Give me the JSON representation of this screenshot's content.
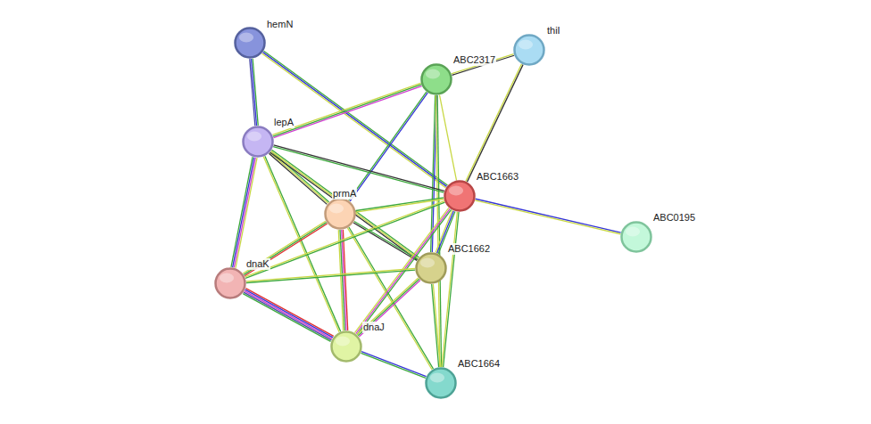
{
  "diagram": {
    "nodes": [
      {
        "text": [
          "hemN"
        ]
      },
      {
        "text": [
          "thiI"
        ]
      },
      {
        "text": [
          "ABC2317"
        ]
      },
      {
        "text": [
          "lepA"
        ]
      },
      {
        "text": [
          "ABC1663"
        ]
      },
      {
        "text": [
          "prmA"
        ]
      },
      {
        "text": [
          "ABC0195"
        ]
      },
      {
        "text": [
          "ABC1662"
        ]
      },
      {
        "text": [
          "dnaK"
        ]
      },
      {
        "text": [
          "dnaJ"
        ]
      },
      {
        "text": [
          "ABC1664"
        ]
      }
    ],
    "edges": [
      {
        "from": 0,
        "to": 3,
        "arrow": "none"
      },
      {
        "from": 0,
        "to": 4,
        "arrow": "none"
      },
      {
        "from": 1,
        "to": 2,
        "arrow": "none"
      },
      {
        "from": 1,
        "to": 4,
        "arrow": "none"
      },
      {
        "from": 2,
        "to": 3,
        "arrow": "none"
      },
      {
        "from": 2,
        "to": 5,
        "arrow": "none"
      },
      {
        "from": 2,
        "to": 4,
        "arrow": "none"
      },
      {
        "from": 2,
        "to": 7,
        "arrow": "none"
      },
      {
        "from": 2,
        "to": 10,
        "arrow": "none"
      },
      {
        "from": 3,
        "to": 4,
        "arrow": "none"
      },
      {
        "from": 3,
        "to": 5,
        "arrow": "none"
      },
      {
        "from": 3,
        "to": 7,
        "arrow": "none"
      },
      {
        "from": 3,
        "to": 8,
        "arrow": "none"
      },
      {
        "from": 3,
        "to": 9,
        "arrow": "none"
      },
      {
        "from": 5,
        "to": 4,
        "arrow": "none"
      },
      {
        "from": 5,
        "to": 7,
        "arrow": "none"
      },
      {
        "from": 5,
        "to": 8,
        "arrow": "none"
      },
      {
        "from": 5,
        "to": 9,
        "arrow": "none"
      },
      {
        "from": 5,
        "to": 10,
        "arrow": "none"
      },
      {
        "from": 4,
        "to": 6,
        "arrow": "none"
      },
      {
        "from": 4,
        "to": 7,
        "arrow": "none"
      },
      {
        "from": 4,
        "to": 8,
        "arrow": "none"
      },
      {
        "from": 4,
        "to": 9,
        "arrow": "none"
      },
      {
        "from": 4,
        "to": 10,
        "arrow": "none"
      },
      {
        "from": 7,
        "to": 8,
        "arrow": "none"
      },
      {
        "from": 7,
        "to": 9,
        "arrow": "none"
      },
      {
        "from": 7,
        "to": 10,
        "arrow": "none"
      },
      {
        "from": 8,
        "to": 9,
        "arrow": "none"
      },
      {
        "from": 9,
        "to": 10,
        "arrow": "none"
      }
    ]
  }
}
